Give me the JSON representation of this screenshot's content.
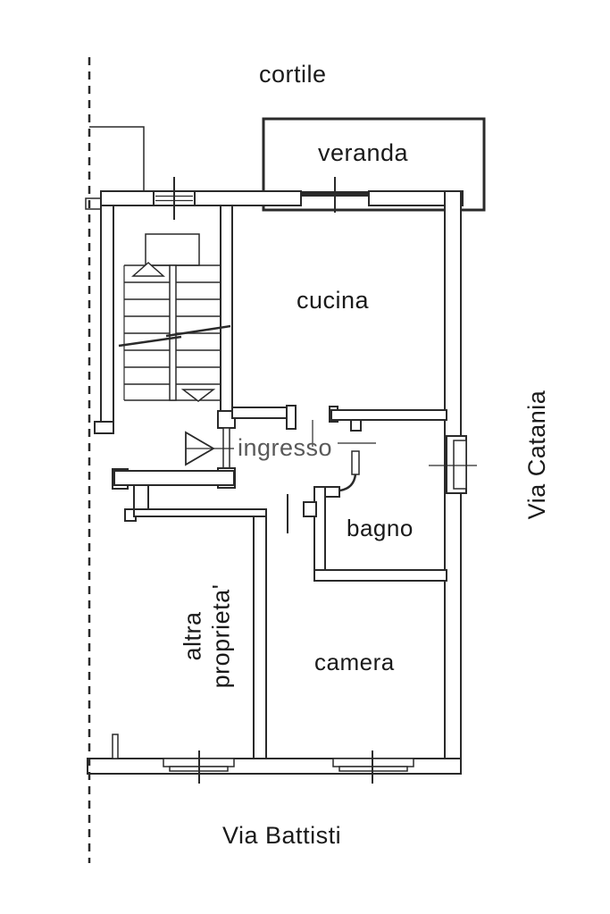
{
  "plan": {
    "title_area": "floor plan",
    "labels": {
      "courtyard": "cortile",
      "veranda": "veranda",
      "kitchen": "cucina",
      "entrance": "ingresso",
      "bathroom": "bagno",
      "bedroom": "camera",
      "other_property_line1": "altra",
      "other_property_line2": "proprieta'",
      "street_right": "Via Catania",
      "street_bottom": "Via Battisti"
    },
    "colors": {
      "line": "#2a2a2a",
      "text": "#1a1a1a",
      "entrance_text": "#595959",
      "background": "#ffffff"
    }
  }
}
